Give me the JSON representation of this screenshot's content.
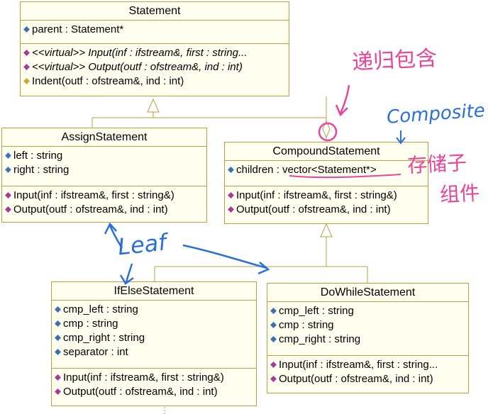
{
  "classes": {
    "statement": {
      "name": "Statement",
      "attributes": [
        "parent : Statement*"
      ],
      "operations": [
        {
          "prefix": "<<virtual>> ",
          "text": "Input(inf : ifstream&, first : string..."
        },
        {
          "prefix": "<<virtual>> ",
          "text": "Output(outf : ofstream&, ind : int)"
        },
        {
          "prefix": "",
          "text": "Indent(outf : ofstream&, ind : int)"
        }
      ]
    },
    "assign": {
      "name": "AssignStatement",
      "attributes": [
        "left : string",
        "right : string"
      ],
      "operations": [
        "Input(inf : ifstream&, first : string&)",
        "Output(outf : ofstream&, ind : int)"
      ]
    },
    "compound": {
      "name": "CompoundStatement",
      "attributes": [
        "children : vector<Statement*>"
      ],
      "operations": [
        "Input(inf : ifstream&, first : string&)",
        "Output(outf : ofstream&, ind : int)"
      ]
    },
    "ifelse": {
      "name": "IfElseStatement",
      "attributes": [
        "cmp_left : string",
        "cmp : string",
        "cmp_right : string",
        "separator : int"
      ],
      "operations": [
        "Input(inf : ifstream&, first : string&)",
        "Output(outf : ofstream&, ind : int)"
      ]
    },
    "dowhile": {
      "name": "DoWhileStatement",
      "attributes": [
        "cmp_left : string",
        "cmp : string",
        "cmp_right : string"
      ],
      "operations": [
        "Input(inf : ifstream&, first : string...",
        "Output(outf : ofstream&, ind : int)"
      ]
    }
  },
  "annotations": {
    "recursive": "递归包含",
    "composite": "Composite",
    "container_line1": "存储子",
    "container_line2": "组件",
    "leaf": "Leaf"
  },
  "colors": {
    "class_fill": "#fffff0",
    "class_border": "#b8a040",
    "pink_annotation": "#e8449a",
    "blue_annotation": "#2a70d8"
  }
}
